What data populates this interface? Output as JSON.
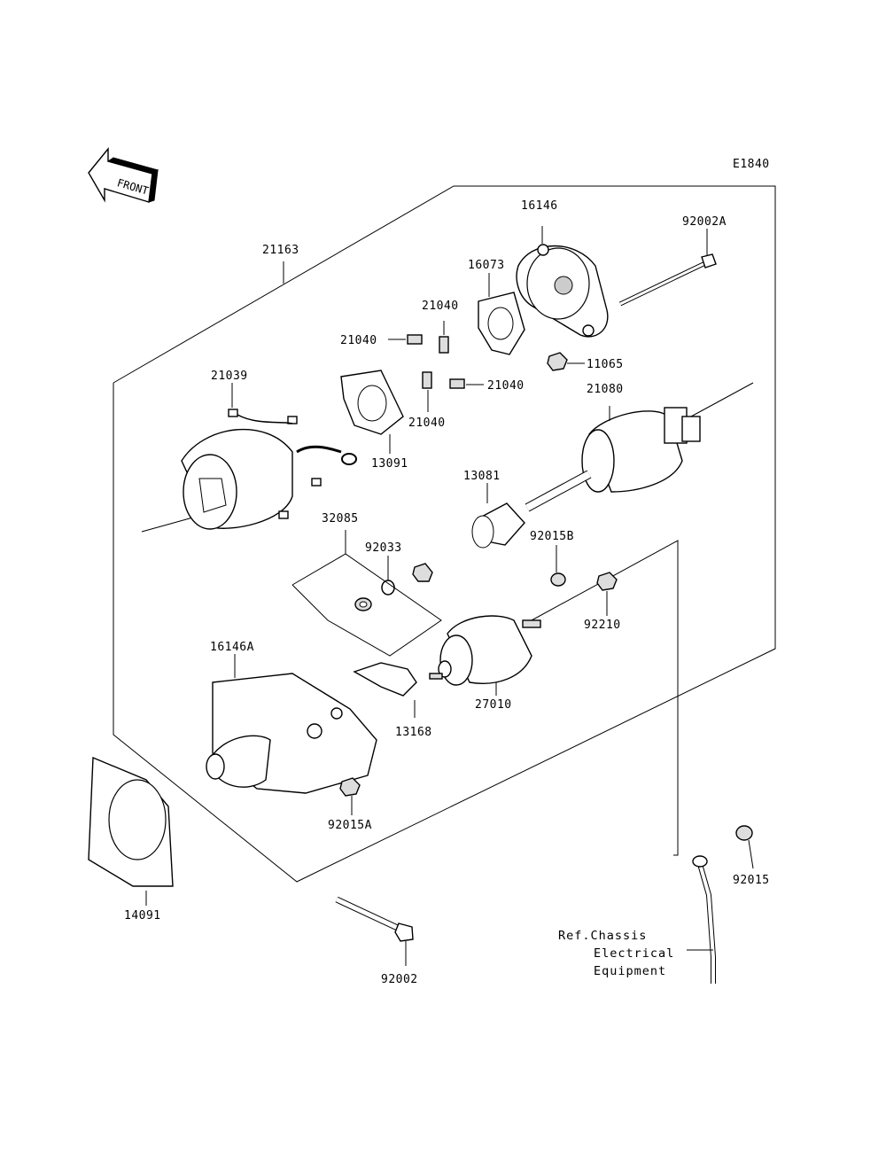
{
  "diagram_code": "E1840",
  "front_arrow_label": "FRONT",
  "labels": {
    "p16146": "16146",
    "p92002A": "92002A",
    "p21163": "21163",
    "p16073": "16073",
    "p21040_top": "21040",
    "p21040_left": "21040",
    "p21040_right": "21040",
    "p21040_bottom": "21040",
    "p11065": "11065",
    "p21039": "21039",
    "p21080": "21080",
    "p13091": "13091",
    "p13081": "13081",
    "p32085": "32085",
    "p92033": "92033",
    "p92015B": "92015B",
    "p92210": "92210",
    "p16146A": "16146A",
    "p27010": "27010",
    "p13168": "13168",
    "p92015A": "92015A",
    "p92015": "92015",
    "p14091": "14091",
    "p92002": "92002"
  },
  "reference_note": {
    "line1": "Ref.Chassis",
    "line2": "Electrical",
    "line3": "Equipment"
  }
}
